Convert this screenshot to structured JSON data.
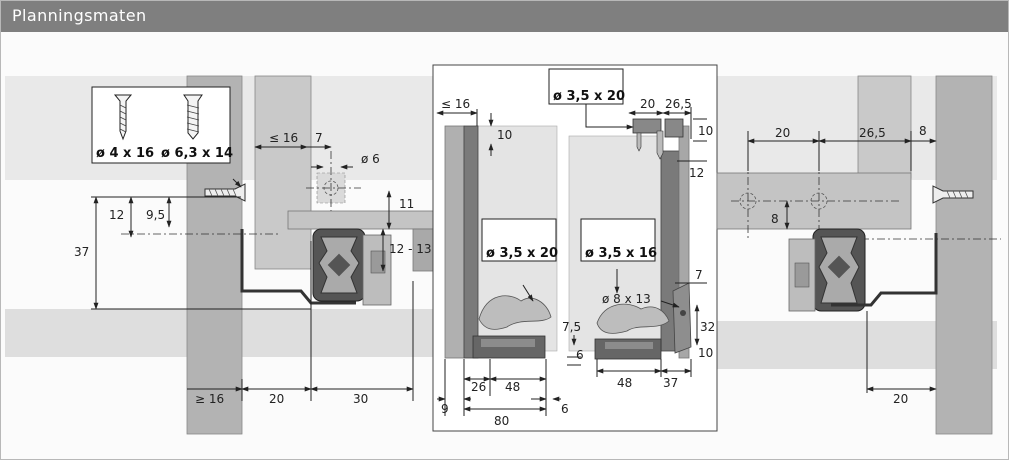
{
  "header": {
    "title": "Planningsmaten"
  },
  "colors": {
    "header_bg": "#7f7f7f",
    "panel_grey": "#b3b3b3",
    "drawer_grey": "#cfcfcf",
    "wall_light": "#e6e6e6"
  },
  "diagram": {
    "left_view": {
      "screw_box": {
        "screw_a": "ø 4 x 16",
        "screw_b": "ø 6,3 x 14"
      },
      "dims": {
        "le16_top": "≤ 16",
        "d7": "7",
        "d6": "ø 6",
        "d11": "11",
        "d12_13": "12 - 13",
        "d12": "12",
        "d9_5": "9,5",
        "d37": "37",
        "ge16": "≥ 16",
        "d20": "20",
        "d30": "30"
      }
    },
    "center_view": {
      "top_screw_box": {
        "label": "ø 3,5 x 20"
      },
      "screw_left": {
        "label": "ø 3,5 x 20"
      },
      "screw_right": {
        "label": "ø 3,5 x 16"
      },
      "dims": {
        "le16": "≤ 16",
        "d10_left": "10",
        "d20": "20",
        "d26_5": "26,5",
        "d10_right": "10",
        "d12": "12",
        "d7": "7",
        "d8x13": "ø 8 x 13",
        "d32": "32",
        "d10_bottom": "10",
        "d7_5": "7,5",
        "d6_mid": "6",
        "d26": "26",
        "d48_left": "48",
        "d48_right": "48",
        "d37": "37",
        "d9": "9",
        "d6_bottom": "6",
        "d80": "80"
      }
    },
    "right_view": {
      "dims": {
        "d20_top": "20",
        "d26_5": "26,5",
        "d8_top": "8",
        "d8_mid": "8",
        "d20_bottom": "20"
      }
    }
  }
}
